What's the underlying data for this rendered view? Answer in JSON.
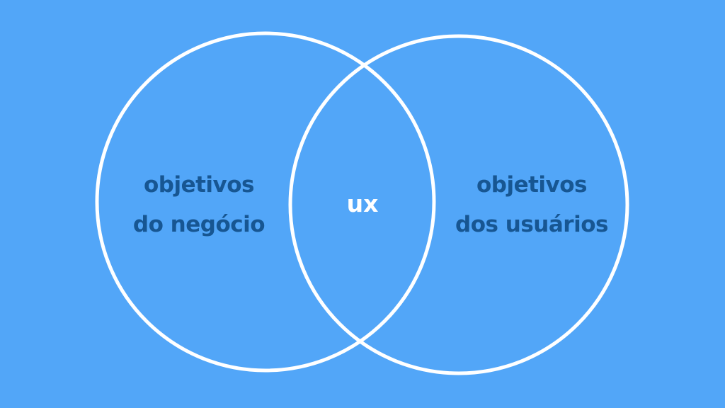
{
  "diagram": {
    "background_color": "#52A6F8",
    "stroke_color": "#FFFFFF",
    "label_color": "#175692",
    "center_label_color": "#FFFFFF",
    "left_circle": {
      "line1": "objetivos",
      "line2": "do negócio"
    },
    "right_circle": {
      "line1": "objetivos",
      "line2": "dos usuários"
    },
    "intersection": {
      "label": "ux"
    }
  }
}
